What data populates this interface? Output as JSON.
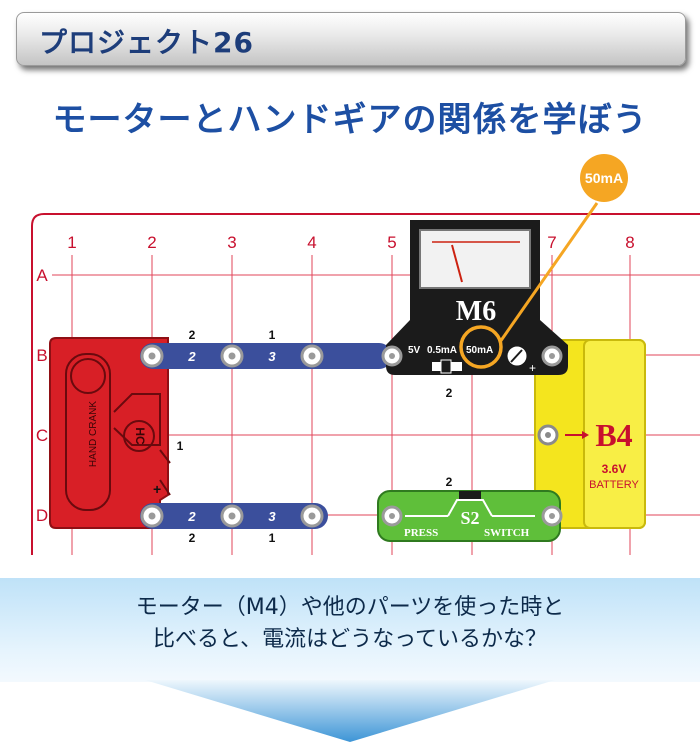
{
  "banner": {
    "title": "プロジェクト26"
  },
  "headline": "モーターとハンドギアの関係を学ぼう",
  "grid": {
    "columns": [
      "1",
      "2",
      "3",
      "4",
      "5",
      "6",
      "7",
      "8"
    ],
    "rows": [
      "A",
      "B",
      "C",
      "D"
    ]
  },
  "callout": "50mA",
  "meter": {
    "label": "M6",
    "ranges": [
      "5V",
      "0.5mA",
      "50mA"
    ],
    "level": "2"
  },
  "wires": {
    "top_left_outer": "2",
    "top_left_inner": "2",
    "top_mid_outer": "1",
    "top_mid_inner": "3",
    "bottom_left_outer": "2",
    "bottom_left_inner": "2",
    "bottom_mid_outer": "1",
    "bottom_mid_inner": "3",
    "crank_side": "1"
  },
  "hand_crank": {
    "text": "HAND CRANK",
    "badge": "HC",
    "plus": "+"
  },
  "switch": {
    "level": "2",
    "label": "S2",
    "left": "PRESS",
    "right": "SWITCH"
  },
  "battery": {
    "label": "B4",
    "voltage": "3.6V",
    "name": "BATTERY"
  },
  "question": {
    "line1": "モーター（M4）や他のパーツを使った時と",
    "line2": "比べると、電流はどうなっているかな？"
  },
  "colors": {
    "grid_red": "#c8102e",
    "wire_blue": "#3b4f9c",
    "crank_red": "#d81f26",
    "battery_yellow": "#f4e51e",
    "switch_green": "#5fbf3a",
    "callout_orange": "#f5a623",
    "headline_blue": "#1d4fa3"
  }
}
